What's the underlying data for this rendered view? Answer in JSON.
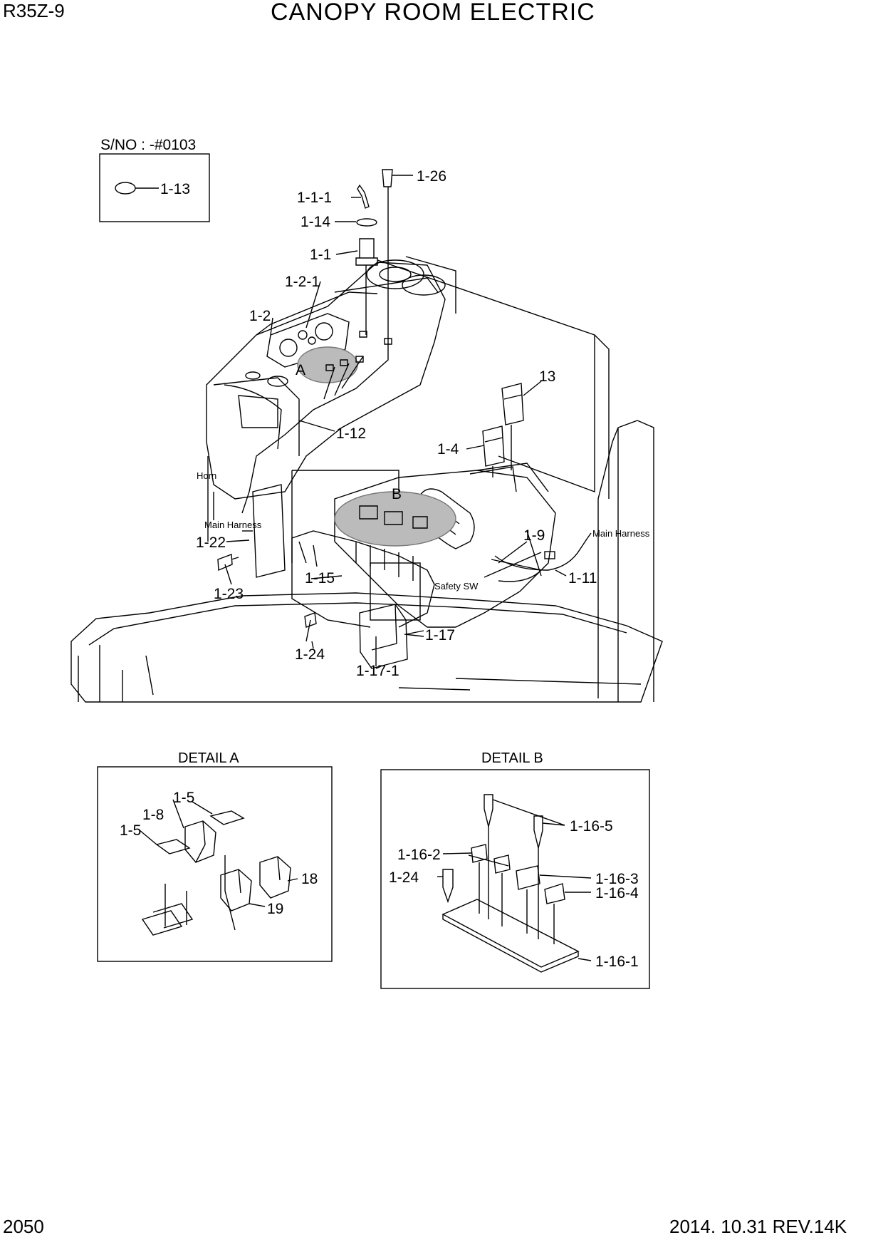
{
  "header": {
    "model": "R35Z-9",
    "title": "CANOPY ROOM ELECTRIC"
  },
  "footer": {
    "page": "2050",
    "revision": "2014. 10.31  REV.14K"
  },
  "serial_box": {
    "label": "S/NO : -#0103",
    "part": "1-13"
  },
  "main_labels": {
    "p1_1_1": "1-1-1",
    "p1_26": "1-26",
    "p1_14": "1-14",
    "p1_1": "1-1",
    "p1_2_1": "1-2-1",
    "p1_2": "1-2",
    "detail_a_ref": "A",
    "p1_12": "1-12",
    "p13": "13",
    "p1_4": "1-4",
    "detail_b_ref": "B",
    "p1_9": "1-9",
    "p1_11": "1-11",
    "p1_22": "1-22",
    "p1_23": "1-23",
    "p1_15": "1-15",
    "p1_17": "1-17",
    "p1_24": "1-24",
    "p1_17_1": "1-17-1"
  },
  "annotations": {
    "horn": "Horn",
    "main_harness_left": "Main Harness",
    "main_harness_right": "Main Harness",
    "safety_sw": "Safety SW"
  },
  "detail_a": {
    "title": "DETAIL A",
    "p1_5a": "1-5",
    "p1_8": "1-8",
    "p1_5b": "1-5",
    "p18": "18",
    "p19": "19"
  },
  "detail_b": {
    "title": "DETAIL B",
    "p1_16_5": "1-16-5",
    "p1_16_2": "1-16-2",
    "p1_24": "1-24",
    "p1_16_3": "1-16-3",
    "p1_16_4": "1-16-4",
    "p1_16_1": "1-16-1"
  }
}
